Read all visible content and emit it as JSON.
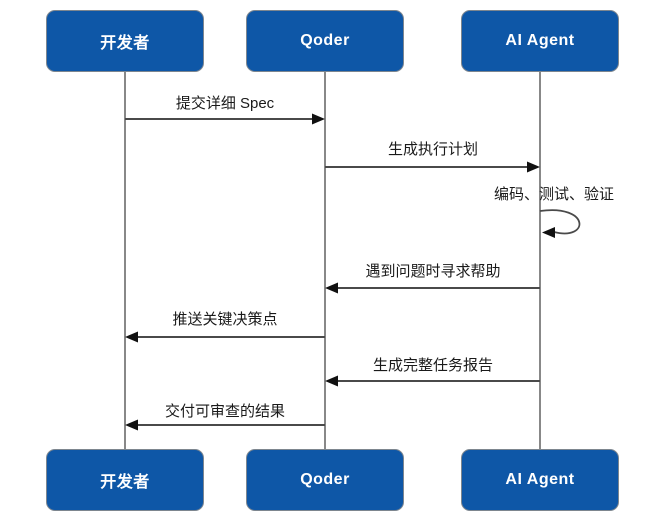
{
  "diagram": {
    "type": "sequence",
    "actors": [
      {
        "id": "developer",
        "label": "开发者"
      },
      {
        "id": "qoder",
        "label": "Qoder"
      },
      {
        "id": "ai_agent",
        "label": "AI Agent"
      }
    ],
    "messages": [
      {
        "index": 1,
        "from": "开发者",
        "to": "Qoder",
        "text": "提交详细 Spec",
        "style": "solid-arrow"
      },
      {
        "index": 2,
        "from": "Qoder",
        "to": "AI Agent",
        "text": "生成执行计划",
        "style": "solid-arrow"
      },
      {
        "index": 3,
        "from": "AI Agent",
        "to": "AI Agent",
        "text": "编码、测试、验证",
        "style": "self-loop"
      },
      {
        "index": 4,
        "from": "AI Agent",
        "to": "Qoder",
        "text": "遇到问题时寻求帮助",
        "style": "solid-arrow"
      },
      {
        "index": 5,
        "from": "Qoder",
        "to": "开发者",
        "text": "推送关键决策点",
        "style": "solid-arrow"
      },
      {
        "index": 6,
        "from": "AI Agent",
        "to": "Qoder",
        "text": "生成完整任务报告",
        "style": "solid-arrow"
      },
      {
        "index": 7,
        "from": "Qoder",
        "to": "开发者",
        "text": "交付可审查的结果",
        "style": "solid-arrow"
      }
    ],
    "colors": {
      "actor_fill": "#0e57a7",
      "actor_border": "#7d868f",
      "actor_text": "#ffffff",
      "message_line": "#4a4a4a",
      "arrowhead": "#111111",
      "lifeline": "#888888",
      "label_text": "#1a1a1a",
      "background": "#ffffff"
    }
  }
}
